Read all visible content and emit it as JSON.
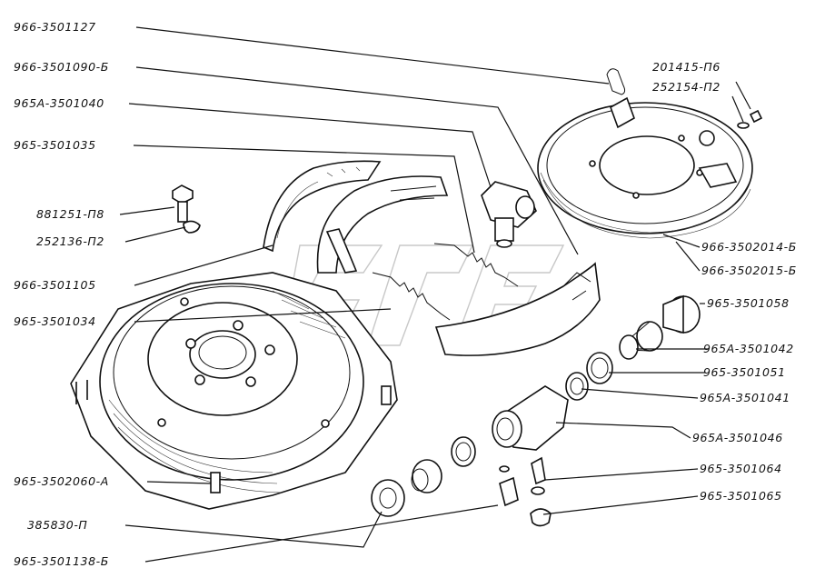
{
  "parts": [
    {
      "id": "p01",
      "number": "966-3501127"
    },
    {
      "id": "p02",
      "number": "966-3501090-Б"
    },
    {
      "id": "p03",
      "number": "965А-3501040"
    },
    {
      "id": "p04",
      "number": "965-3501035"
    },
    {
      "id": "p05",
      "number": "881251-П8"
    },
    {
      "id": "p06",
      "number": "252136-П2"
    },
    {
      "id": "p07",
      "number": "966-3501105"
    },
    {
      "id": "p08",
      "number": "965-3501034"
    },
    {
      "id": "p09",
      "number": "965-3502060-А"
    },
    {
      "id": "p10",
      "number": "385830-П"
    },
    {
      "id": "p11",
      "number": "965-3501138-Б"
    },
    {
      "id": "p12",
      "number": "201415-П6"
    },
    {
      "id": "p13",
      "number": "252154-П2"
    },
    {
      "id": "p14",
      "number": "966-3502014-Б"
    },
    {
      "id": "p15",
      "number": "966-3502015-Б"
    },
    {
      "id": "p16",
      "number": "965-3501058"
    },
    {
      "id": "p17",
      "number": "965А-3501042"
    },
    {
      "id": "p18",
      "number": "965-3501051"
    },
    {
      "id": "p19",
      "number": "965А-3501041"
    },
    {
      "id": "p20",
      "number": "965А-3501046"
    },
    {
      "id": "p21",
      "number": "965-3501064"
    },
    {
      "id": "p22",
      "number": "965-3501065"
    }
  ]
}
